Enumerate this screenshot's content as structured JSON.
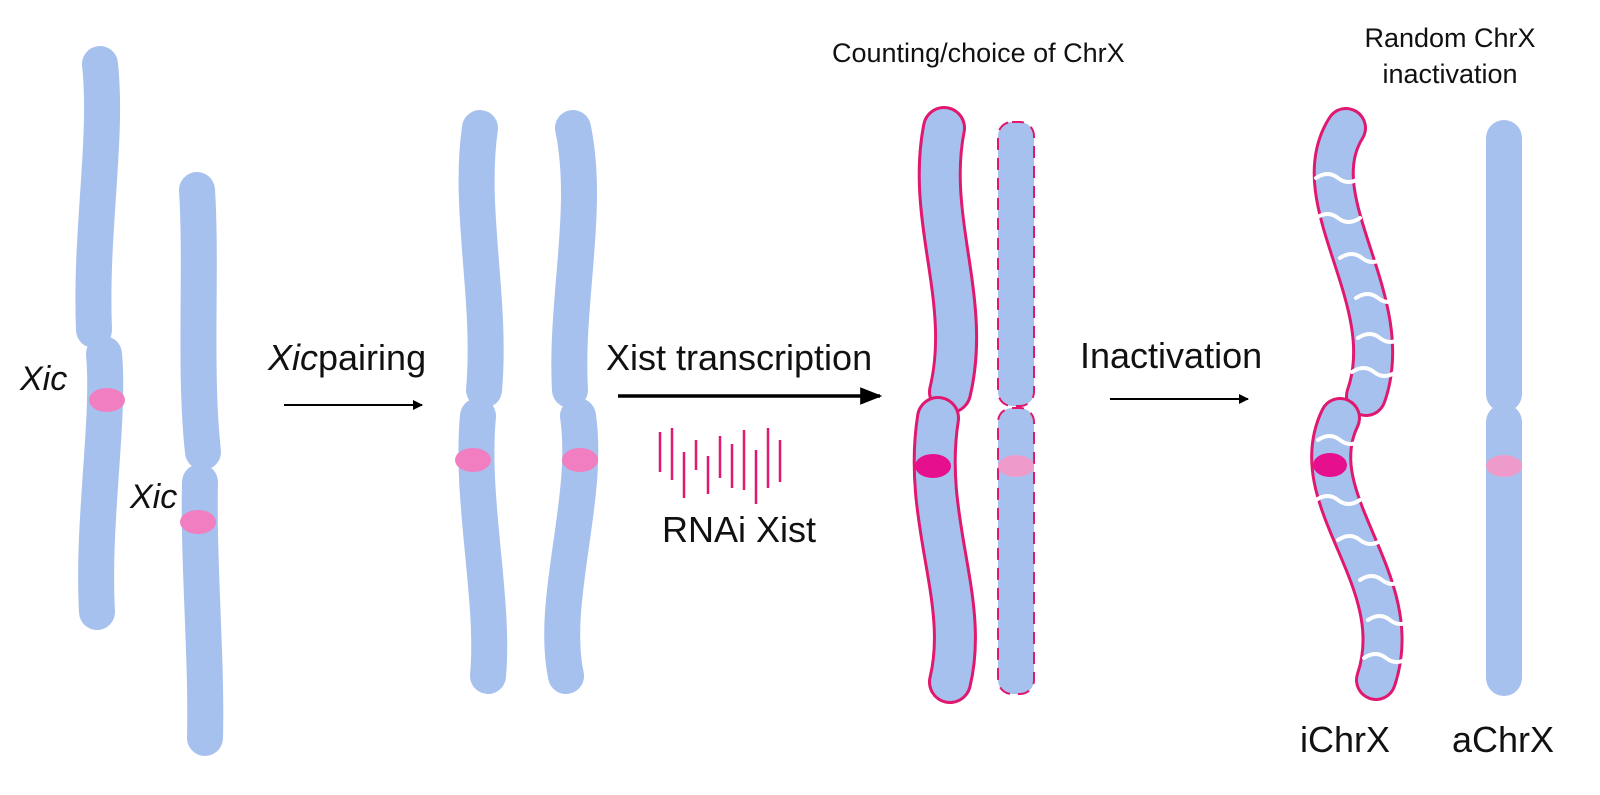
{
  "labels": {
    "xic_left": "Xic",
    "xic_right": "Xic",
    "step1_italic": "Xic",
    "step1_rest": "pairing",
    "step2": "Xist transcription",
    "rnai": "RNAi Xist",
    "counting": "Counting/choice of ChrX",
    "step3": "Inactivation",
    "random_line1": "Random ChrX",
    "random_line2": "inactivation",
    "ichrx": "iChrX",
    "achrx": "aChrX"
  },
  "colors": {
    "chromosome": "#a7c1ee",
    "xic_center": "#f07ec0",
    "xic_active": "#e60f8e",
    "xic_pale": "#ee9acb",
    "coat": "#e0186f",
    "arrow": "#000000",
    "text": "#111111"
  },
  "icons": {
    "rnai": "rnai-bars-icon"
  }
}
